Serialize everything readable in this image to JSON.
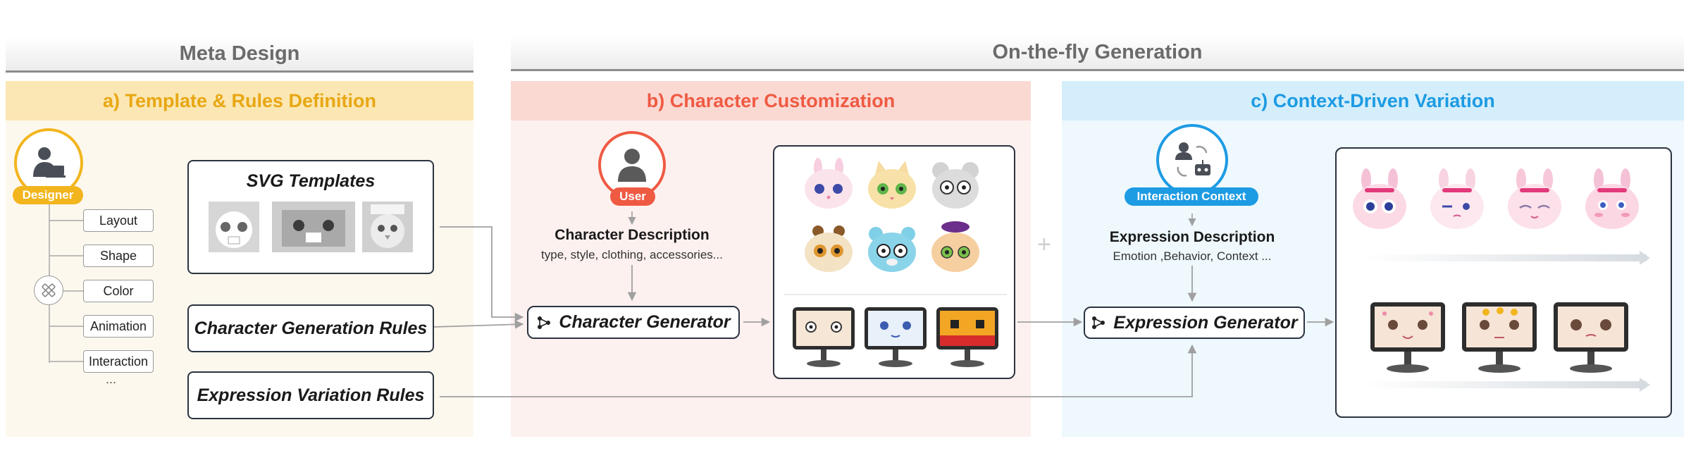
{
  "bands": {
    "meta_design": "Meta Design",
    "on_the_fly": "On-the-fly Generation"
  },
  "panels": {
    "a": {
      "title": "a) Template & Rules Definition",
      "color": "#f2b51d",
      "bg": "#fdf7ea"
    },
    "b": {
      "title": "b) Character Customization",
      "color": "#ef5a43",
      "bg": "#fdeeec"
    },
    "c": {
      "title": "c) Context-Driven Variation",
      "color": "#1d9be3",
      "bg": "#eaf6fc"
    }
  },
  "designer": {
    "label": "Designer",
    "icon": "designer-icon"
  },
  "attributes": [
    "Layout",
    "Shape",
    "Color",
    "Animation",
    "Interaction"
  ],
  "attributes_more": "...",
  "svg_templates": {
    "title": "SVG Templates"
  },
  "rules": {
    "character": "Character Generation Rules",
    "expression": "Expression Variation Rules"
  },
  "user": {
    "label": "User",
    "icon": "user-icon"
  },
  "character_description": {
    "title": "Character Description",
    "subtitle": "type, style, clothing, accessories..."
  },
  "character_generator": {
    "label": "Character  Generator",
    "icon": "generator-icon"
  },
  "interaction_context": {
    "label": "Interaction Context",
    "icon": "interaction-context-icon"
  },
  "expression_description": {
    "title": "Expression Description",
    "subtitle": "Emotion ,Behavior, Context ..."
  },
  "expression_generator": {
    "label": "Expression Generator",
    "icon": "generator-icon"
  },
  "plus": "+"
}
